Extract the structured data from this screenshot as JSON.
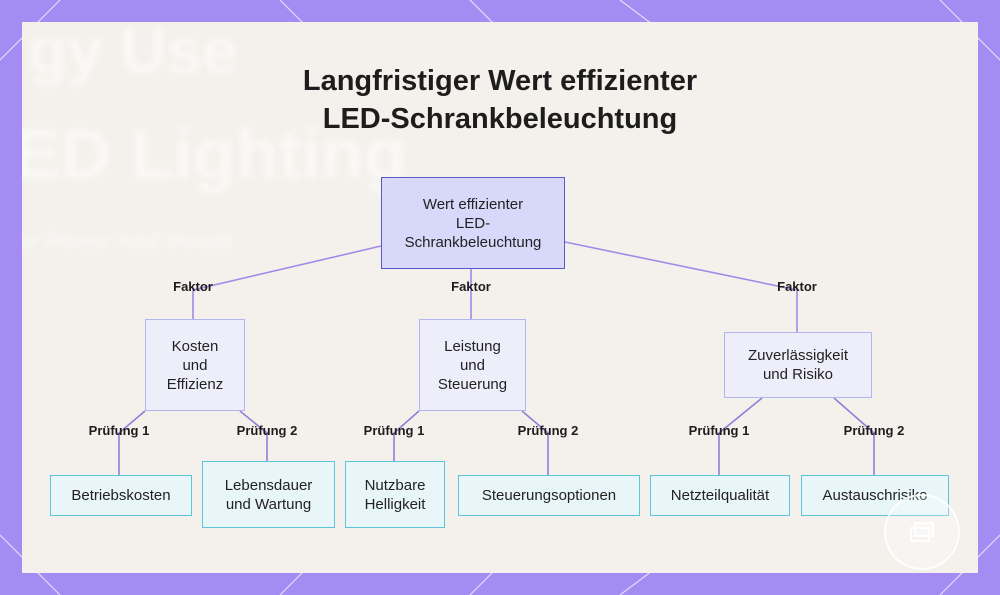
{
  "title": "Langfristiger Wert effizienter\nLED-Schrankbeleuchtung",
  "background_text": [
    "gy Use",
    "ED Lighting",
    "er Power And Versat"
  ],
  "root": {
    "label": "Wert effizienter\nLED-\nSchrankbeleuchtung"
  },
  "categories": [
    {
      "label": "Kosten\nund\nEffizienz",
      "edge": "Faktor",
      "children": [
        {
          "label": "Betriebskosten",
          "edge": "Prüfung 1"
        },
        {
          "label": "Lebensdauer\nund Wartung",
          "edge": "Prüfung 2"
        }
      ]
    },
    {
      "label": "Leistung\nund\nSteuerung",
      "edge": "Faktor",
      "children": [
        {
          "label": "Nutzbare\nHelligkeit",
          "edge": "Prüfung 1"
        },
        {
          "label": "Steuerungsoptionen",
          "edge": "Prüfung 2"
        }
      ]
    },
    {
      "label": "Zuverlässigkeit\nund Risiko",
      "edge": "Faktor",
      "children": [
        {
          "label": "Netzteilqualität",
          "edge": "Prüfung 1"
        },
        {
          "label": "Austauschrisiko",
          "edge": "Prüfung 2"
        }
      ]
    }
  ],
  "colors": {
    "frame": "#a48cf2",
    "panel": "#f4f1ec",
    "root_fill": "#d8d8fb",
    "root_border": "#5c58c8",
    "category_fill": "#eeeefb",
    "category_border": "#b3b5ef",
    "leaf_fill": "#e8f6f9",
    "leaf_border": "#5ec4d9",
    "connector_upper": "#a18ae8",
    "connector_lower": "#8f7fd8"
  },
  "icons": {
    "badge": "layers-icon"
  }
}
